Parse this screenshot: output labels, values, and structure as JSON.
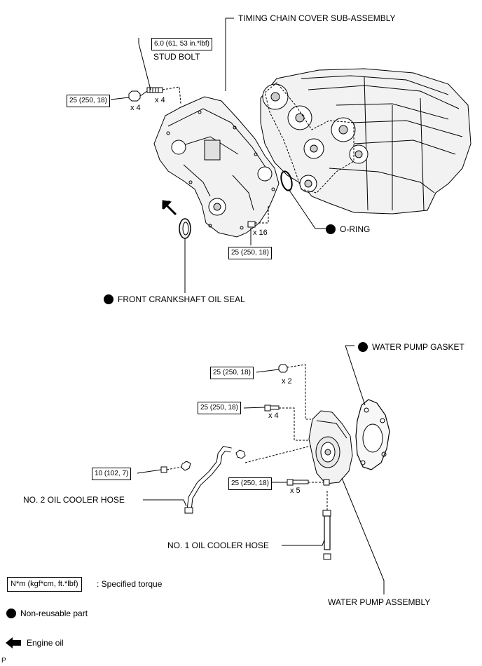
{
  "labels": {
    "timing_chain_cover": "TIMING CHAIN COVER SUB-ASSEMBLY",
    "stud_bolt": "STUD BOLT",
    "o_ring": "O-RING",
    "front_crankshaft_oil_seal": "FRONT CRANKSHAFT OIL SEAL",
    "water_pump_gasket": "WATER PUMP GASKET",
    "no2_oil_cooler_hose": "NO. 2 OIL COOLER HOSE",
    "no1_oil_cooler_hose": "NO. 1 OIL COOLER HOSE",
    "water_pump_assembly": "WATER PUMP ASSEMBLY"
  },
  "torques": {
    "stud": "6.0 (61, 53 in.*lbf)",
    "cover_top": "25 (250, 18)",
    "cover_bottom": "25 (250, 18)",
    "pump_a": "25 (250, 18)",
    "pump_b": "25 (250, 18)",
    "hose_bolt": "10 (102, 7)",
    "pump_c": "25 (250, 18)"
  },
  "quantities": {
    "cover_top_nut": "x 4",
    "stud": "x 4",
    "cover_bottom": "x 16",
    "pump_a": "x 2",
    "pump_b": "x 4",
    "pump_c": "x 5"
  },
  "legend": {
    "torque_unit": "N*m (kgf*cm, ft.*lbf)",
    "torque_desc": ": Specified torque",
    "non_reusable": "Non-reusable part",
    "engine_oil": "Engine oil"
  },
  "corner_mark": "P",
  "colors": {
    "ink": "#000000",
    "part_fill": "#f2f2f2",
    "part_shade": "#cfcfcf"
  }
}
